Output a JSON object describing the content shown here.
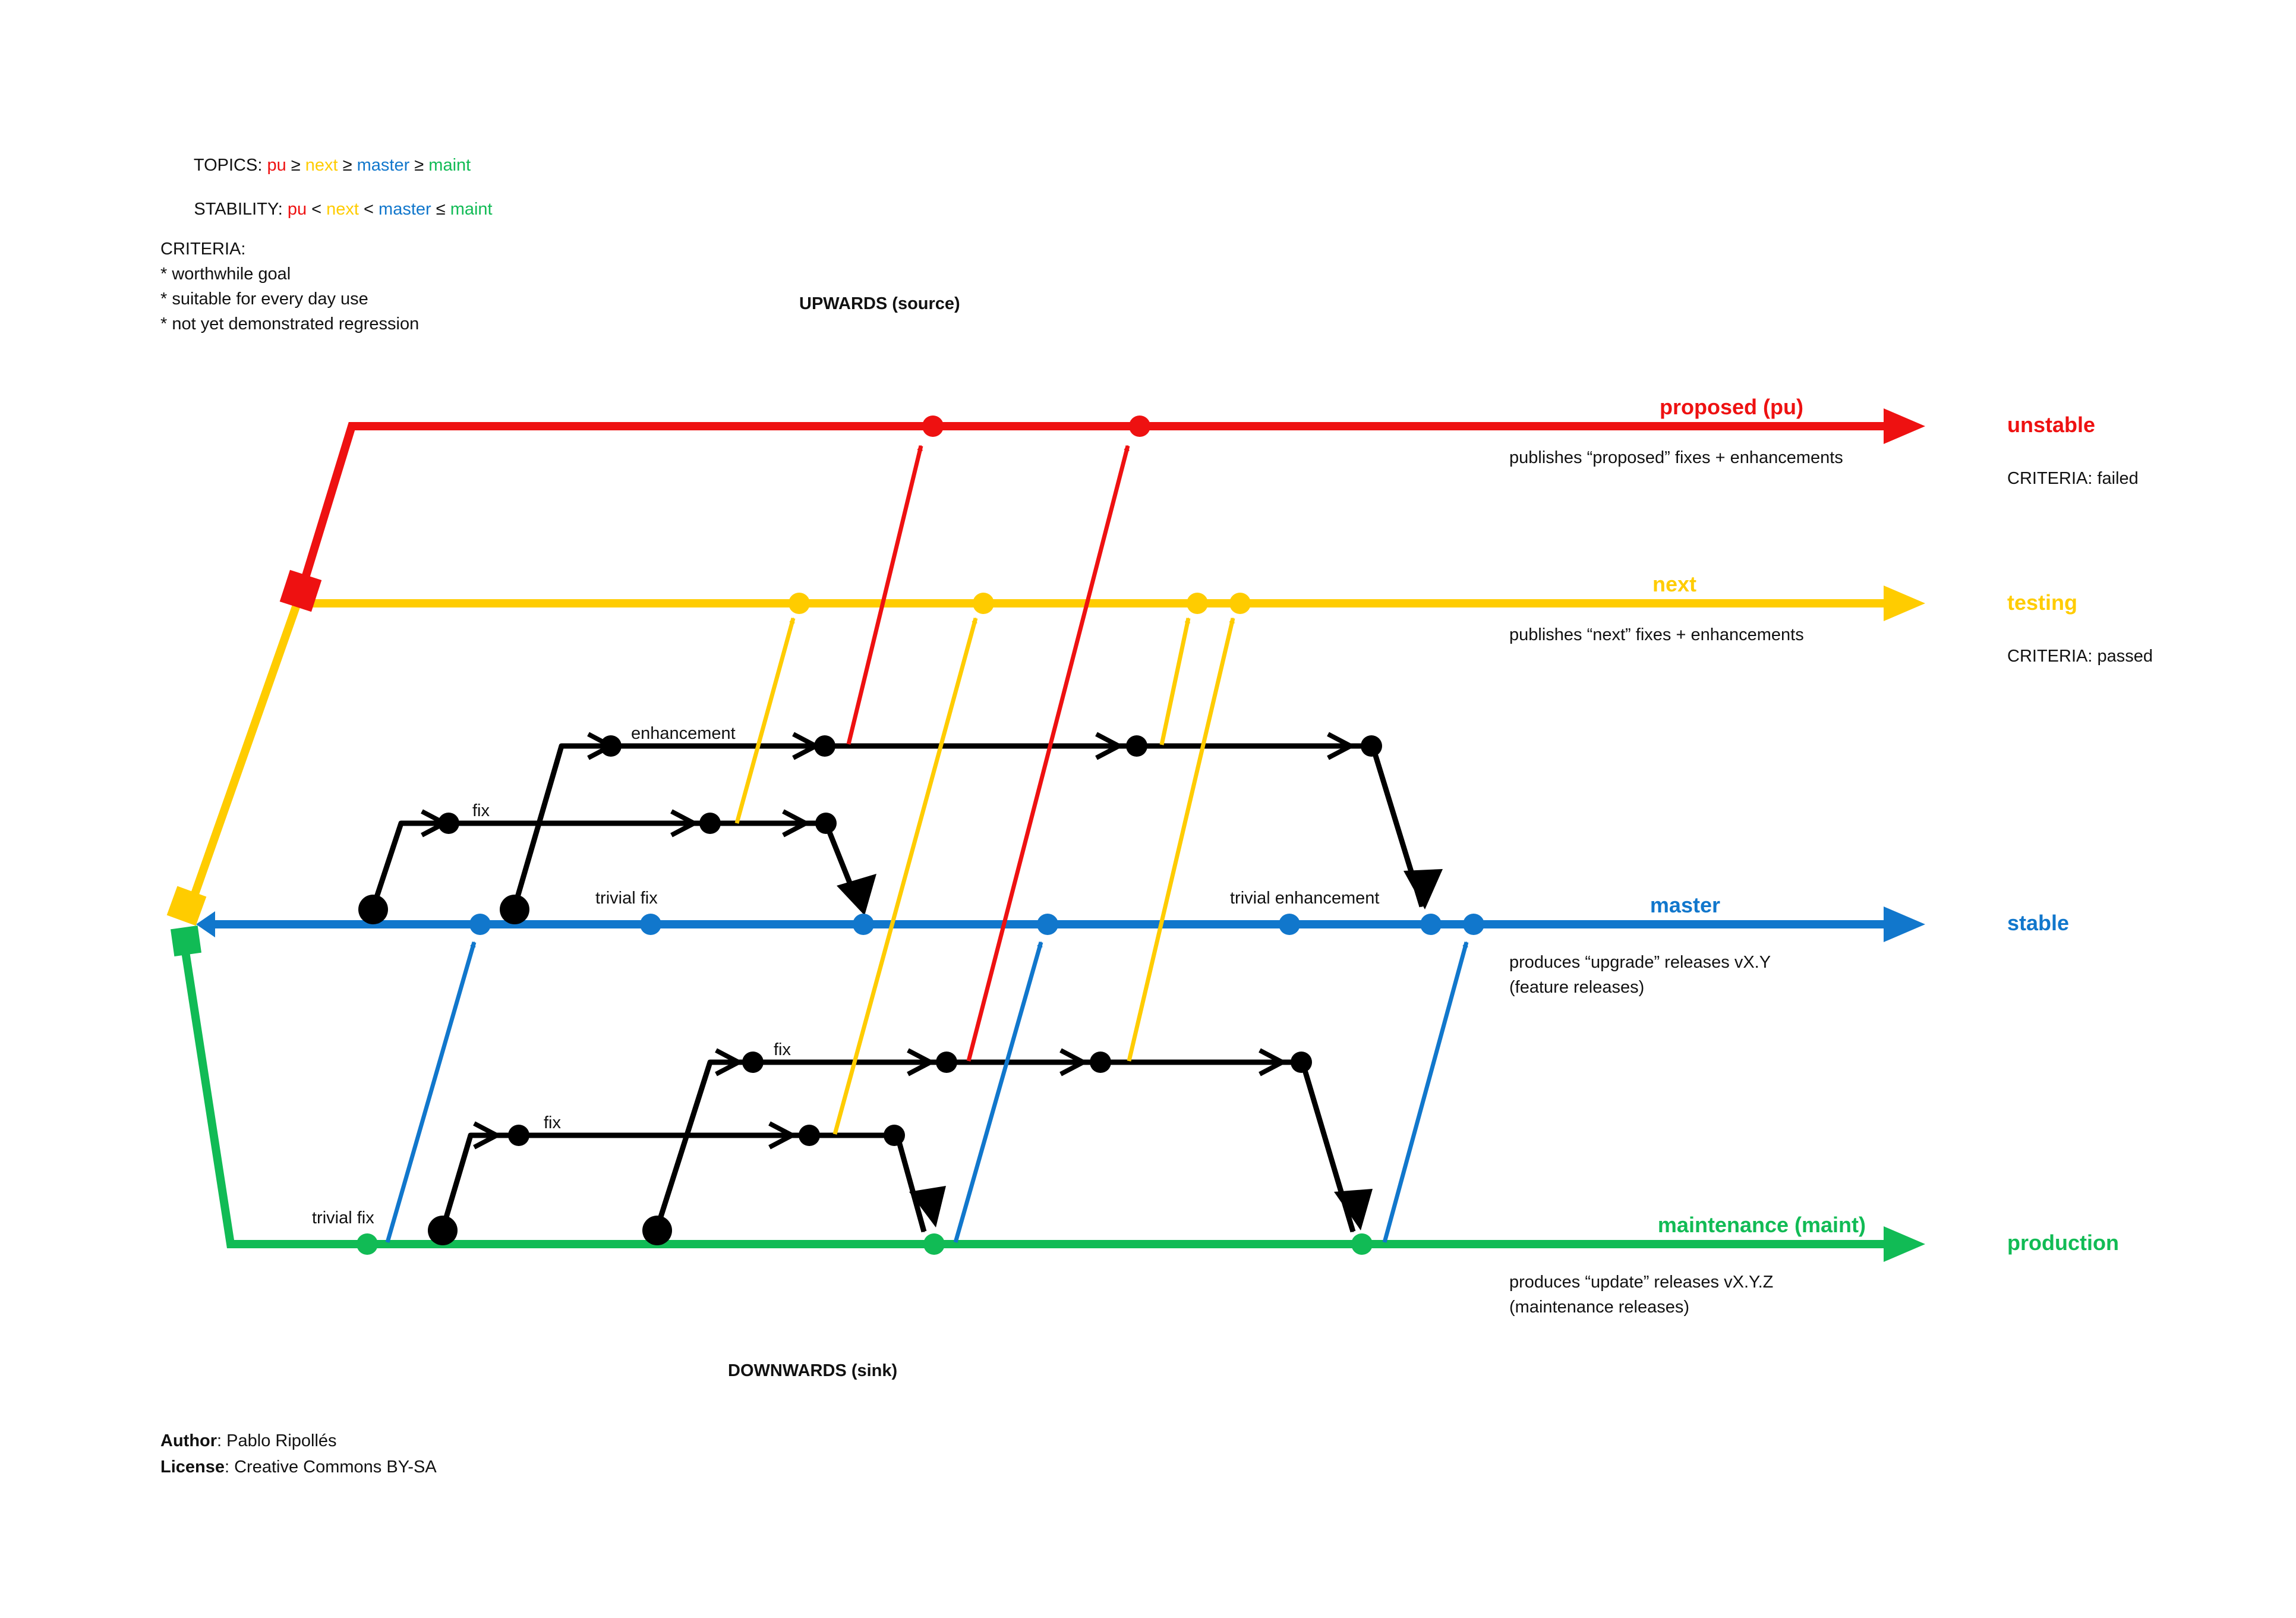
{
  "colors": {
    "pu": "#ee1111",
    "next": "#ffcc00",
    "master": "#1177cc",
    "maint": "#11bb55",
    "topic": "#000000",
    "text": "#111111"
  },
  "legend": {
    "topics": {
      "label": "TOPICS: ",
      "parts": [
        {
          "text": "pu",
          "color": "pu"
        },
        {
          "text": " ≥ ",
          "color": "text"
        },
        {
          "text": "next",
          "color": "next"
        },
        {
          "text": " ≥ ",
          "color": "text"
        },
        {
          "text": "master",
          "color": "master"
        },
        {
          "text": " ≥ ",
          "color": "text"
        },
        {
          "text": "maint",
          "color": "maint"
        }
      ]
    },
    "stability": {
      "label": "STABILITY: ",
      "parts": [
        {
          "text": "pu",
          "color": "pu"
        },
        {
          "text": " < ",
          "color": "text"
        },
        {
          "text": "next",
          "color": "next"
        },
        {
          "text": " < ",
          "color": "text"
        },
        {
          "text": "master",
          "color": "master"
        },
        {
          "text": " ≤ ",
          "color": "text"
        },
        {
          "text": "maint",
          "color": "maint"
        }
      ]
    },
    "criteria_title": "CRITERIA:",
    "criteria": [
      "* worthwhile goal",
      "* suitable for every day use",
      "* not yet demonstrated regression"
    ]
  },
  "directions": {
    "upwards": "UPWARDS (source)",
    "downwards": "DOWNWARDS (sink)"
  },
  "branches": {
    "pu": {
      "name": "proposed (pu)",
      "description": "publishes “proposed” fixes + enhancements",
      "stability": "unstable",
      "criteria": "CRITERIA: failed"
    },
    "next": {
      "name": "next",
      "description": "publishes “next” fixes + enhancements",
      "stability": "testing",
      "criteria": "CRITERIA: passed"
    },
    "master": {
      "name": "master",
      "description_1": "produces “upgrade” releases vX.Y",
      "description_2": "(feature releases)",
      "stability": "stable"
    },
    "maint": {
      "name": "maintenance (maint)",
      "description_1": "produces “update” releases vX.Y.Z",
      "description_2": "(maintenance releases)",
      "stability": "production"
    }
  },
  "topic_labels": {
    "enhancement": "enhancement",
    "fix_master": "fix",
    "trivial_fix_master": "trivial fix",
    "trivial_enhancement_master": "trivial enhancement",
    "fix_maint_upper": "fix",
    "fix_maint_lower": "fix",
    "trivial_fix_maint": "trivial fix"
  },
  "credits": {
    "author_label": "Author",
    "author_value": ": Pablo Ripollés",
    "license_label": "License",
    "license_value": ": Creative Commons BY-SA"
  }
}
